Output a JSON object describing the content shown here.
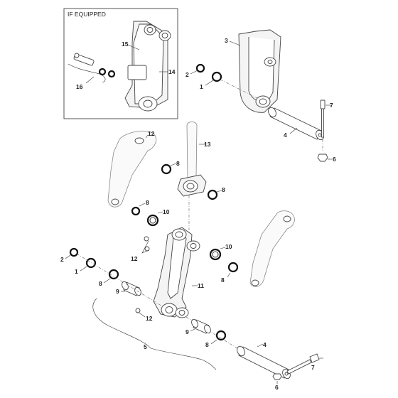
{
  "inset": {
    "title": "IF EQUIPPED"
  },
  "callouts": {
    "c1a": "1",
    "c1b": "1",
    "c2a": "2",
    "c2b": "2",
    "c3": "3",
    "c4a": "4",
    "c4b": "4",
    "c5": "5",
    "c6a": "6",
    "c6b": "6",
    "c7a": "7",
    "c7b": "7",
    "c8a": "8",
    "c8b": "8",
    "c8c": "8",
    "c8d": "8",
    "c8e": "8",
    "c8f": "8",
    "c9a": "9",
    "c9b": "9",
    "c10a": "10",
    "c10b": "10",
    "c11": "11",
    "c12a": "12",
    "c12b": "12",
    "c12c": "12",
    "c13": "13",
    "c14": "14",
    "c15": "15",
    "c16": "16"
  }
}
